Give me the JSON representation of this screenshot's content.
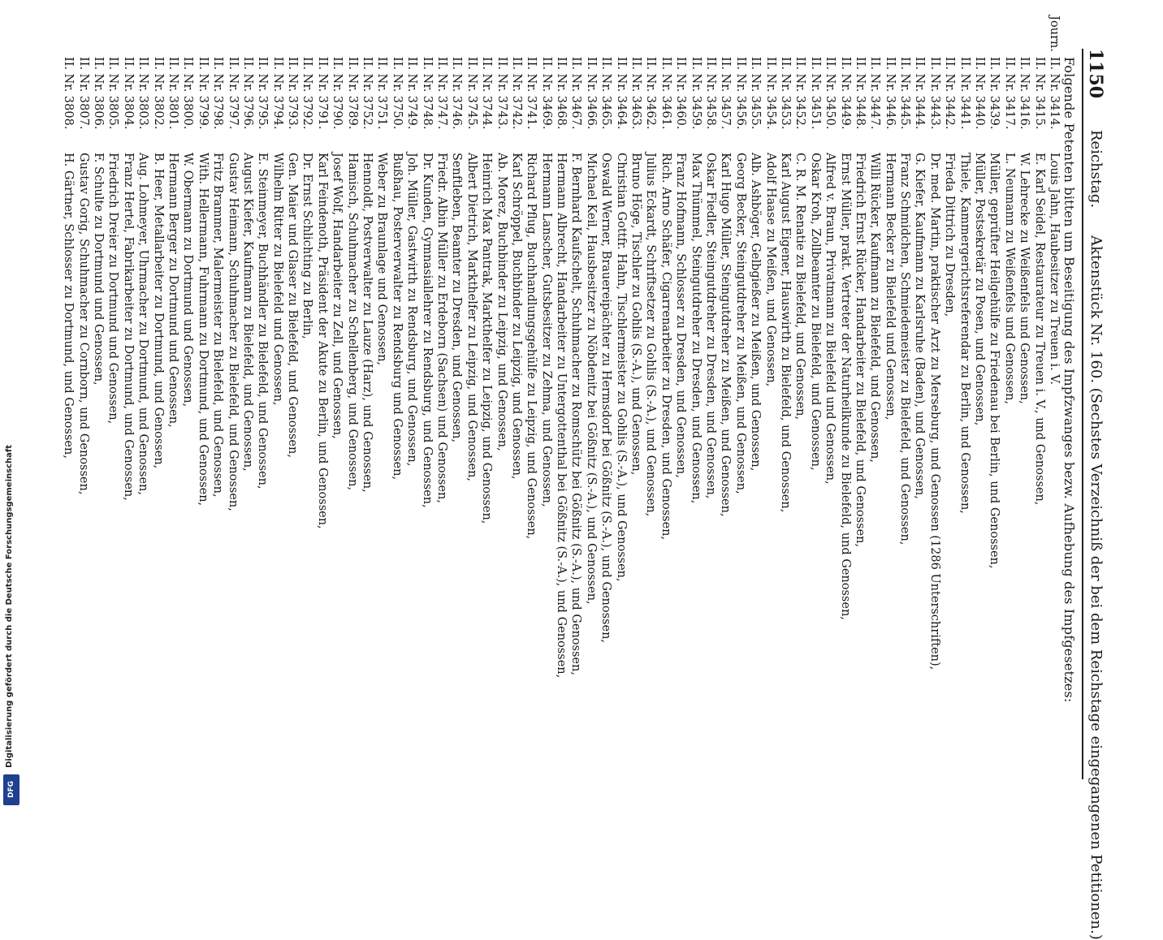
{
  "header": {
    "page_number": "1150",
    "publication": "Reichstag.",
    "title": "Aktenstück Nr. 160. (Sechstes Verzeichniß der bei dem Reichstage eingegangenen Petitionen.)"
  },
  "intro": "Folgende Petenten bitten um Beseitigung des Impfzwanges bezw. Aufhebung des Impfgesetzes:",
  "entries": [
    {
      "prefix": "Journ.",
      "ref": "II. Nr. 3414.",
      "text": "Louis Jahn, Haubesitzer zu Treuen i. V."
    },
    {
      "prefix": "",
      "ref": "II. Nr. 3415.",
      "text": "E. Karl Seidel, Restaurateur zu Treuen i. V., und Genossen,"
    },
    {
      "prefix": "",
      "ref": "II. Nr. 3416.",
      "text": "W. Lehrecke zu Weißenfels und Genossen,"
    },
    {
      "prefix": "",
      "ref": "II. Nr. 3417.",
      "text": "L. Neumann zu Weißenfels und Genossen,"
    },
    {
      "prefix": "",
      "ref": "II. Nr. 3439.",
      "text": "Müller, geprüfter Heilgehülfe zu Friedenau bei Berlin, und Genossen,"
    },
    {
      "prefix": "",
      "ref": "II. Nr. 3440.",
      "text": "Müller, Postsekretär zu Posen, und Genossen,"
    },
    {
      "prefix": "",
      "ref": "II. Nr. 3441.",
      "text": "Thiele, Kammergerichtsreferendar zu Berlin, und Genossen,"
    },
    {
      "prefix": "",
      "ref": "II. Nr. 3442.",
      "text": "Frieda Dittrich zu Dresden,"
    },
    {
      "prefix": "",
      "ref": "II. Nr. 3443.",
      "text": "Dr. med. Martin, praktischer Arzt zu Merseburg, und Genossen (1286 Unterschriften),"
    },
    {
      "prefix": "",
      "ref": "II. Nr. 3444.",
      "text": "G. Kiefer, Kaufmann zu Karlsruhe (Baden), und Genossen,"
    },
    {
      "prefix": "",
      "ref": "II. Nr. 3445.",
      "text": "Franz Schmidchen, Schmiedemeister zu Bielefeld, und Genossen,"
    },
    {
      "prefix": "",
      "ref": "II. Nr. 3446.",
      "text": "Hermann Becker zu Bielefeld und Genossen,"
    },
    {
      "prefix": "",
      "ref": "II. Nr. 3447.",
      "text": "Willi Rücker, Kaufmann zu Bielefeld, und Genossen,"
    },
    {
      "prefix": "",
      "ref": "II. Nr. 3448.",
      "text": "Friedrich Ernst Rücker, Handarbeiter zu Bielefeld, und Genossen,"
    },
    {
      "prefix": "",
      "ref": "II. Nr. 3449.",
      "text": "Ernst Müller, prakt. Vertreter der Naturheilkunde zu Bielefeld, und Genossen,"
    },
    {
      "prefix": "",
      "ref": "II. Nr. 3450.",
      "text": "Alfred v. Braun, Privatmann zu Bielefeld und Genossen,"
    },
    {
      "prefix": "",
      "ref": "II. Nr. 3451.",
      "text": "Oskar Kroh, Zollbeamter zu Bielefeld, und Genossen,"
    },
    {
      "prefix": "",
      "ref": "II. Nr. 3452.",
      "text": "C. R. M. Renatie zu Bielefeld, und Genossen,"
    },
    {
      "prefix": "",
      "ref": "II. Nr. 3453.",
      "text": "Karl August Eigener, Hauswirth zu Bielefeld, und Genossen,"
    },
    {
      "prefix": "",
      "ref": "II. Nr. 3454.",
      "text": "Adolf Haase zu Meißen, und Genossen,"
    },
    {
      "prefix": "",
      "ref": "II. Nr. 3455.",
      "text": "Alb. Ashböger, Gelbgießer zu Meißen, und Genossen,"
    },
    {
      "prefix": "",
      "ref": "II. Nr. 3456.",
      "text": "Georg Becker, Steingutdreher zu Meißen, und Genossen,"
    },
    {
      "prefix": "",
      "ref": "II. Nr. 3457.",
      "text": "Karl Hugo Müller, Steingutdreher zu Meißen, und Genossen,"
    },
    {
      "prefix": "",
      "ref": "II. Nr. 3458.",
      "text": "Oskar Fiedler, Steingutdreher zu Dresden, und Genossen,"
    },
    {
      "prefix": "",
      "ref": "II. Nr. 3459.",
      "text": "Max Thümmel, Steingutdreher zu Dresden, und Genossen,"
    },
    {
      "prefix": "",
      "ref": "II. Nr. 3460.",
      "text": "Franz Hofmann, Schlosser zu Dresden, und Genossen,"
    },
    {
      "prefix": "",
      "ref": "II. Nr. 3461.",
      "text": "Rich. Arno Schäfer, Cigarrenarbeiter zu Dresden, und Genossen,"
    },
    {
      "prefix": "",
      "ref": "II. Nr. 3462.",
      "text": "Julius Eckardt, Schriftsetzer zu Gohlis (S.-A.), und Genossen,"
    },
    {
      "prefix": "",
      "ref": "II. Nr. 3463.",
      "text": "Bruno Höge, Tischler zu Gohlis (S.-A.), und Genossen,"
    },
    {
      "prefix": "",
      "ref": "II. Nr. 3464.",
      "text": "Christian Gottfr. Hahn, Tischlermeister zu Gohlis (S.-A.), und Genossen,"
    },
    {
      "prefix": "",
      "ref": "II. Nr. 3465.",
      "text": "Oswald Werner, Brauereipächter zu Hermsdorf bei Gößnitz (S.-A.), und Genossen,"
    },
    {
      "prefix": "",
      "ref": "II. Nr. 3466.",
      "text": "Michael Keil, Hausbesitzer zu Nöbdenitz bei Gößnitz (S.-A.), und Genossen,"
    },
    {
      "prefix": "",
      "ref": "II. Nr. 3467.",
      "text": "F. Bernhard Kaufschelt, Schuhmacher zu Romschütz bei Gößnitz (S.-A.), und Genossen,"
    },
    {
      "prefix": "",
      "ref": "II. Nr. 3468.",
      "text": "Hermann Albrecht, Handarbeiter zu Untergottenthal bei Gößnitz (S.-A.), und Genossen,"
    },
    {
      "prefix": "",
      "ref": "II. Nr. 3469.",
      "text": "Hermann Lanscher, Gutsbesitzer zu Zehma, und Genossen,"
    },
    {
      "prefix": "",
      "ref": "II. Nr. 3741.",
      "text": "Richard Pflug, Buchhandlungsgehülfe zu Leipzig, und Genossen,"
    },
    {
      "prefix": "",
      "ref": "II. Nr. 3742.",
      "text": "Karl Schröppel, Buchbinder zu Leipzig, und Genossen,"
    },
    {
      "prefix": "",
      "ref": "II. Nr. 3743.",
      "text": "Ab. Morez, Buchbinder zu Leipzig, und Genossen,"
    },
    {
      "prefix": "",
      "ref": "II. Nr. 3744.",
      "text": "Heinrich Max Pantrak, Markthelfer zu Leipzig, und Genossen,"
    },
    {
      "prefix": "",
      "ref": "II. Nr. 3745.",
      "text": "Albert Dietrich, Markthelfer zu Leipzig, und Genossen,"
    },
    {
      "prefix": "",
      "ref": "II. Nr. 3746.",
      "text": "Senftleben, Beamter zu Dresden, und Genossen,"
    },
    {
      "prefix": "",
      "ref": "II. Nr. 3747.",
      "text": "Friedr. Albin Müller zu Erdeborn (Sachsen) und Genossen,"
    },
    {
      "prefix": "",
      "ref": "II. Nr. 3748.",
      "text": "Dr. Kunden, Gymnasiallehrer zu Rendsburg, und Genossen,"
    },
    {
      "prefix": "",
      "ref": "II. Nr. 3749.",
      "text": "Joh. Müller, Gastwirth zu Rendsburg, und Genossen,"
    },
    {
      "prefix": "",
      "ref": "II. Nr. 3750.",
      "text": "Bußhau, Posterverwalter zu Rendsburg und Genossen,"
    },
    {
      "prefix": "",
      "ref": "II. Nr. 3751.",
      "text": "Weber zu Braunlage und Genossen,"
    },
    {
      "prefix": "",
      "ref": "II. Nr. 3752.",
      "text": "Hennoldt, Postverwalter zu Lauze (Harz), und Genossen,"
    },
    {
      "prefix": "",
      "ref": "II. Nr. 3789.",
      "text": "Hamisch, Schuhmacher zu Schellenberg, und Genossen,"
    },
    {
      "prefix": "",
      "ref": "II. Nr. 3790.",
      "text": "Josef Wolf, Handarbeiter zu Zell, und Genossen,"
    },
    {
      "prefix": "",
      "ref": "II. Nr. 3791.",
      "text": "Karl Feindenoth, Präsident der Akute zu Berlin, und Genossen,"
    },
    {
      "prefix": "",
      "ref": "II. Nr. 3792.",
      "text": "Dr. Ernst Schlichting zu Berlin,"
    },
    {
      "prefix": "",
      "ref": "II. Nr. 3793.",
      "text": "Gen. Maier und Glaser zu Bielefeld, und Genossen,"
    },
    {
      "prefix": "",
      "ref": "II. Nr. 3794.",
      "text": "Wilhelm Ritter zu Bielefeld und Genossen,"
    },
    {
      "prefix": "",
      "ref": "II. Nr. 3795.",
      "text": "E. Steinmeyer, Buchhändler zu Bielefeld, und Genossen,"
    },
    {
      "prefix": "",
      "ref": "II. Nr. 3796.",
      "text": "August Kiefer, Kaufmann zu Bielefeld, und Genossen,"
    },
    {
      "prefix": "",
      "ref": "II. Nr. 3797.",
      "text": "Gustav Heimann, Schuhmacher zu Bielefeld, und Genossen,"
    },
    {
      "prefix": "",
      "ref": "II. Nr. 3798.",
      "text": "Fritz Brammer, Malermeister zu Bielefeld, und Genossen,"
    },
    {
      "prefix": "",
      "ref": "II. Nr. 3799.",
      "text": "With. Hellermann, Fuhrmann zu Dortmund, und Genossen,"
    },
    {
      "prefix": "",
      "ref": "II. Nr. 3800.",
      "text": "W. Obermann zu Dortmund und Genossen,"
    },
    {
      "prefix": "",
      "ref": "II. Nr. 3801.",
      "text": "Hermann Berger zu Dortmund und Genossen,"
    },
    {
      "prefix": "",
      "ref": "II. Nr. 3802.",
      "text": "B. Heer, Metallarbeiter zu Dortmund, und Genossen,"
    },
    {
      "prefix": "",
      "ref": "II. Nr. 3803.",
      "text": "Aug. Lohmeyer, Uhrmacher zu Dortmund, und Genossen,"
    },
    {
      "prefix": "",
      "ref": "II. Nr. 3804.",
      "text": "Franz Hertel, Fabrikarbeiter zu Dortmund, und Genossen,"
    },
    {
      "prefix": "",
      "ref": "II. Nr. 3805.",
      "text": "Friedrich Dreier zu Dortmund und Genossen,"
    },
    {
      "prefix": "",
      "ref": "II. Nr. 3806.",
      "text": "F. Schulte zu Dortmund und Genossen,"
    },
    {
      "prefix": "",
      "ref": "II. Nr. 3807.",
      "text": "Gustav Gorig, Schuhmacher zu Cornborn, und Genossen,"
    },
    {
      "prefix": "",
      "ref": "II. Nr. 3808.",
      "text": "H. Gärtner, Schlosser zu Dortmund, und Genossen,"
    }
  ],
  "footer": {
    "credit": "Digitalisierung gefördert durch die Deutsche Forschungsgemeinschaft",
    "logo": "DFG"
  }
}
